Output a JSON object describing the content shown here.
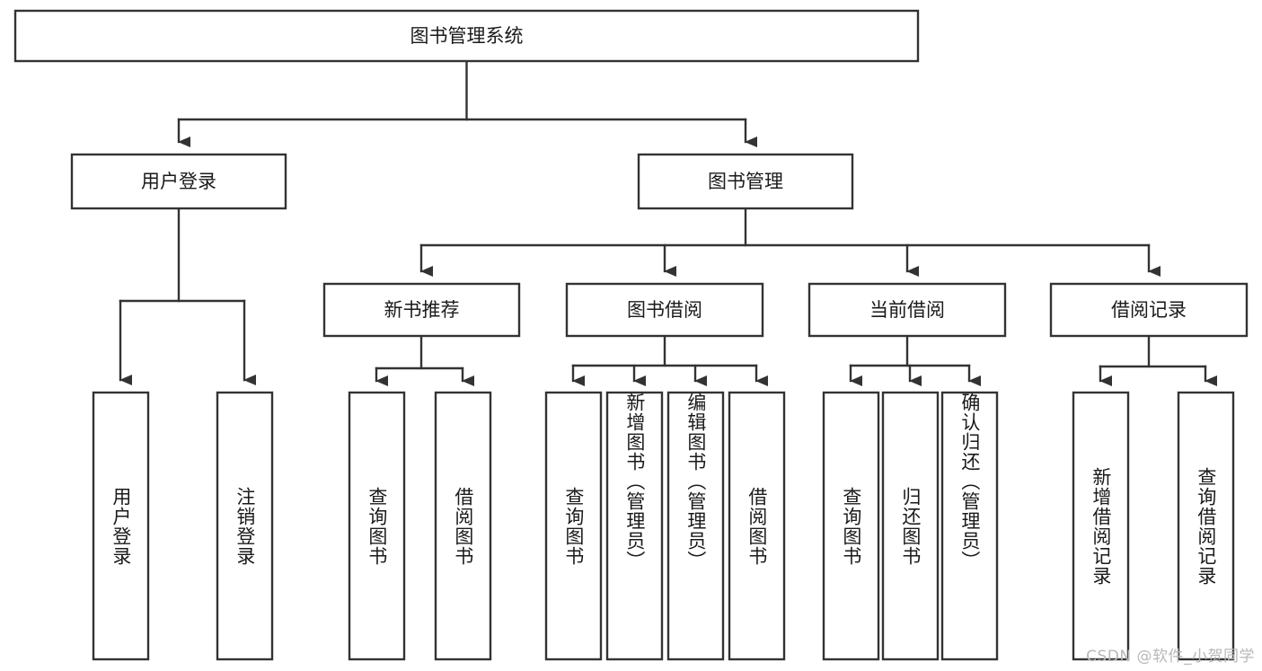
{
  "diagram": {
    "type": "tree",
    "title": "图书管理系统",
    "root": {
      "id": "root",
      "label": "图书管理系统"
    },
    "level2": [
      {
        "id": "user-login",
        "label": "用户登录"
      },
      {
        "id": "book-management",
        "label": "图书管理"
      }
    ],
    "level3": [
      {
        "id": "new-book-recommend",
        "label": "新书推荐",
        "parent": "book-management"
      },
      {
        "id": "book-borrow",
        "label": "图书借阅",
        "parent": "book-management"
      },
      {
        "id": "current-borrow",
        "label": "当前借阅",
        "parent": "book-management"
      },
      {
        "id": "borrow-record",
        "label": "借阅记录",
        "parent": "book-management"
      }
    ],
    "leaves": [
      {
        "id": "leaf-user-login",
        "label": "用户登录",
        "parent": "user-login"
      },
      {
        "id": "leaf-logout-login",
        "label": "注销登录",
        "parent": "user-login"
      },
      {
        "id": "leaf-query-book-1",
        "label": "查询图书",
        "parent": "new-book-recommend"
      },
      {
        "id": "leaf-borrow-book-1",
        "label": "借阅图书",
        "parent": "new-book-recommend"
      },
      {
        "id": "leaf-query-book-2",
        "label": "查询图书",
        "parent": "book-borrow"
      },
      {
        "id": "leaf-add-book",
        "label": "新增图书（管理员）",
        "parent": "book-borrow"
      },
      {
        "id": "leaf-edit-book",
        "label": "编辑图书（管理员）",
        "parent": "book-borrow"
      },
      {
        "id": "leaf-borrow-book-2",
        "label": "借阅图书",
        "parent": "book-borrow"
      },
      {
        "id": "leaf-query-book-3",
        "label": "查询图书",
        "parent": "current-borrow"
      },
      {
        "id": "leaf-return-book",
        "label": "归还图书",
        "parent": "current-borrow"
      },
      {
        "id": "leaf-confirm-return",
        "label": "确认归还（管理员）",
        "parent": "current-borrow"
      },
      {
        "id": "leaf-add-record",
        "label": "新增借阅记录",
        "parent": "borrow-record"
      },
      {
        "id": "leaf-query-record",
        "label": "查询借阅记录",
        "parent": "borrow-record"
      }
    ],
    "colors": {
      "stroke": "#333333",
      "fill": "#ffffff",
      "text": "#1a1a1a",
      "watermark": "#b8b8b8"
    }
  },
  "watermark": {
    "text": "CSDN @软件_小贺同学"
  }
}
